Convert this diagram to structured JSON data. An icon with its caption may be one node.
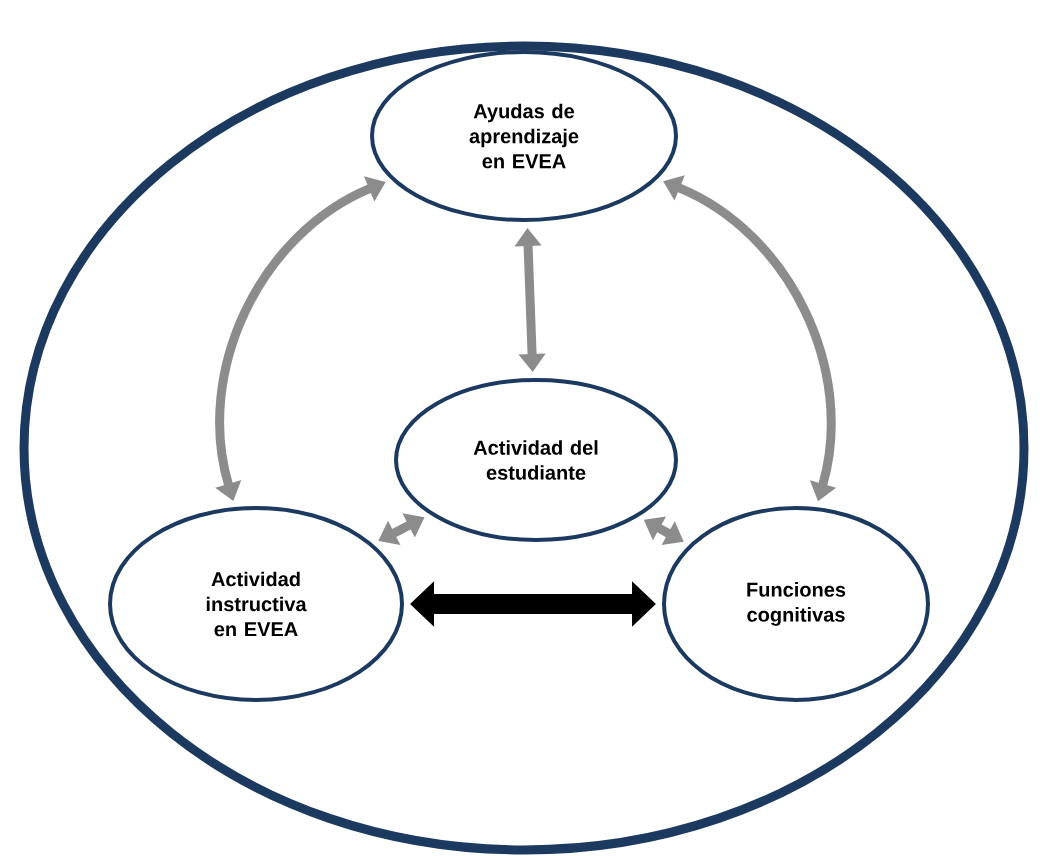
{
  "diagram": {
    "nodes": [
      {
        "text": [],
        "shape": "circle"
      },
      {
        "text": [
          "Ayudas de aprendizaje en EVEA"
        ],
        "in": 0
      },
      {
        "text": [
          "Actividad del estudiante"
        ],
        "in": 0
      },
      {
        "text": [
          "Actividad instructiva en EVEA"
        ],
        "in": 0
      },
      {
        "text": [
          "Funciones cognitivas"
        ],
        "in": 0
      }
    ],
    "edges": [
      {
        "from": 1,
        "to": 2,
        "arrow": "both"
      },
      {
        "from": 2,
        "to": 3,
        "arrow": "both"
      },
      {
        "from": 2,
        "to": 4,
        "arrow": "both"
      },
      {
        "from": 3,
        "to": 4,
        "arrow": "both",
        "style": "thick",
        "color": "#000000"
      },
      {
        "from": 1,
        "to": 3,
        "arrow": "both"
      },
      {
        "from": 1,
        "to": 4,
        "arrow": "both"
      }
    ]
  }
}
